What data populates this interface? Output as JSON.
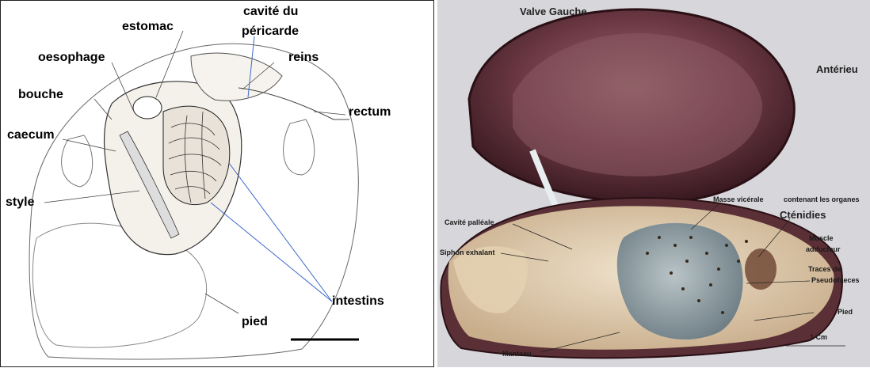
{
  "left": {
    "labels": {
      "estomac": "estomac",
      "cavite": "cavité du",
      "pericarde": "péricarde",
      "oesophage": "oesophage",
      "reins": "reins",
      "bouche": "bouche",
      "rectum": "rectum",
      "caecum": "caecum",
      "style": "style",
      "intestins": "intestins",
      "pied": "pied"
    }
  },
  "right": {
    "labels": {
      "valve": "Valve Gauche",
      "anterieur": "Antérieu",
      "masse": "Masse vicérale",
      "contenant": "contenant les organes",
      "ctenidies": "Cténidies",
      "cavite": "Cavité palléale",
      "siphon": "Siphon exhalant",
      "muscle": "Muscle",
      "adducteur": "adducteur",
      "traces": "Traces de",
      "pseudo": "Pseudofaeces",
      "pied": "Pied",
      "scale": "1 Cm",
      "manteau": "Manteau"
    }
  },
  "colors": {
    "line_blue": "#3b66c9",
    "shell_dark": "#4a2530",
    "flesh": "#e6d2b8"
  }
}
